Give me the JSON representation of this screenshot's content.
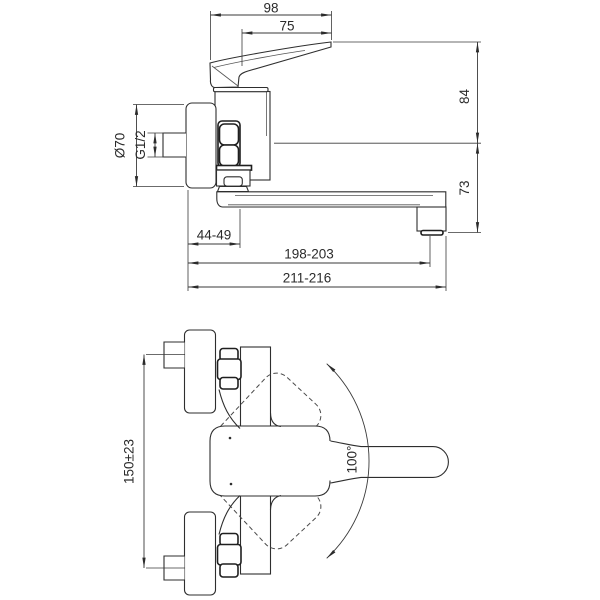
{
  "drawing": {
    "kind": "technical-installation-diagram",
    "subject": "wall-mounted single-lever mixer tap",
    "background_color": "#ffffff",
    "line_color": "#2e2e2e",
    "dimension_line_color": "#3a3a3a",
    "views": {
      "side": {
        "name": "side-elevation",
        "dims": {
          "lever_depth_total": "98",
          "lever_depth_front": "75",
          "height_above_inlet_axis": "84",
          "outlet_drop": "73",
          "escutcheon_diameter": "Ø70",
          "inlet_thread": "G1/2",
          "wall_to_body_front": "44-49",
          "wall_to_outlet_center": "198-203",
          "wall_to_spout_end": "211-216"
        }
      },
      "plan": {
        "name": "plan-view",
        "dims": {
          "inlet_center_distance": "150±23",
          "handle_swing_angle": "100°"
        }
      }
    }
  }
}
